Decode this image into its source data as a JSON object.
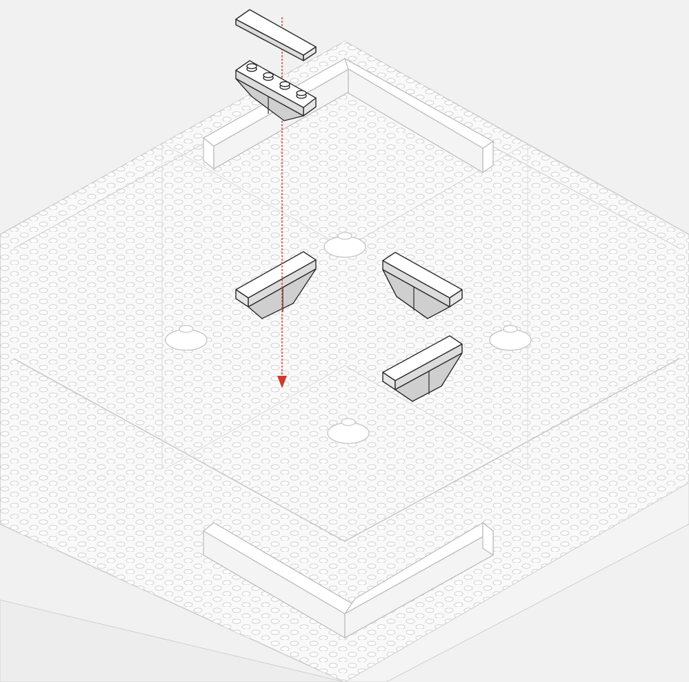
{
  "diagram": {
    "kind": "isometric-brick-assembly-step",
    "colors": {
      "background": "#f1f1f1",
      "plate_face": "#fafafa",
      "plate_line": "#c9c9c9",
      "stud_line": "#cfcfcf",
      "existing_part_face": "#ffffff",
      "existing_part_line": "#bdbdbd",
      "new_part_line": "#2b2b2b",
      "new_part_top": "#ffffff",
      "new_part_side": "#d9d9d9",
      "arrow": "#d23a2a"
    },
    "callout": {
      "new_parts": [
        "tile-1x4",
        "inverted-slope-1x4"
      ],
      "arrow": "red-placement-arrow-down"
    },
    "placed_parts": {
      "inverted_slopes_on_plate": 3,
      "round_plates": 4,
      "border_rails": 2
    }
  }
}
